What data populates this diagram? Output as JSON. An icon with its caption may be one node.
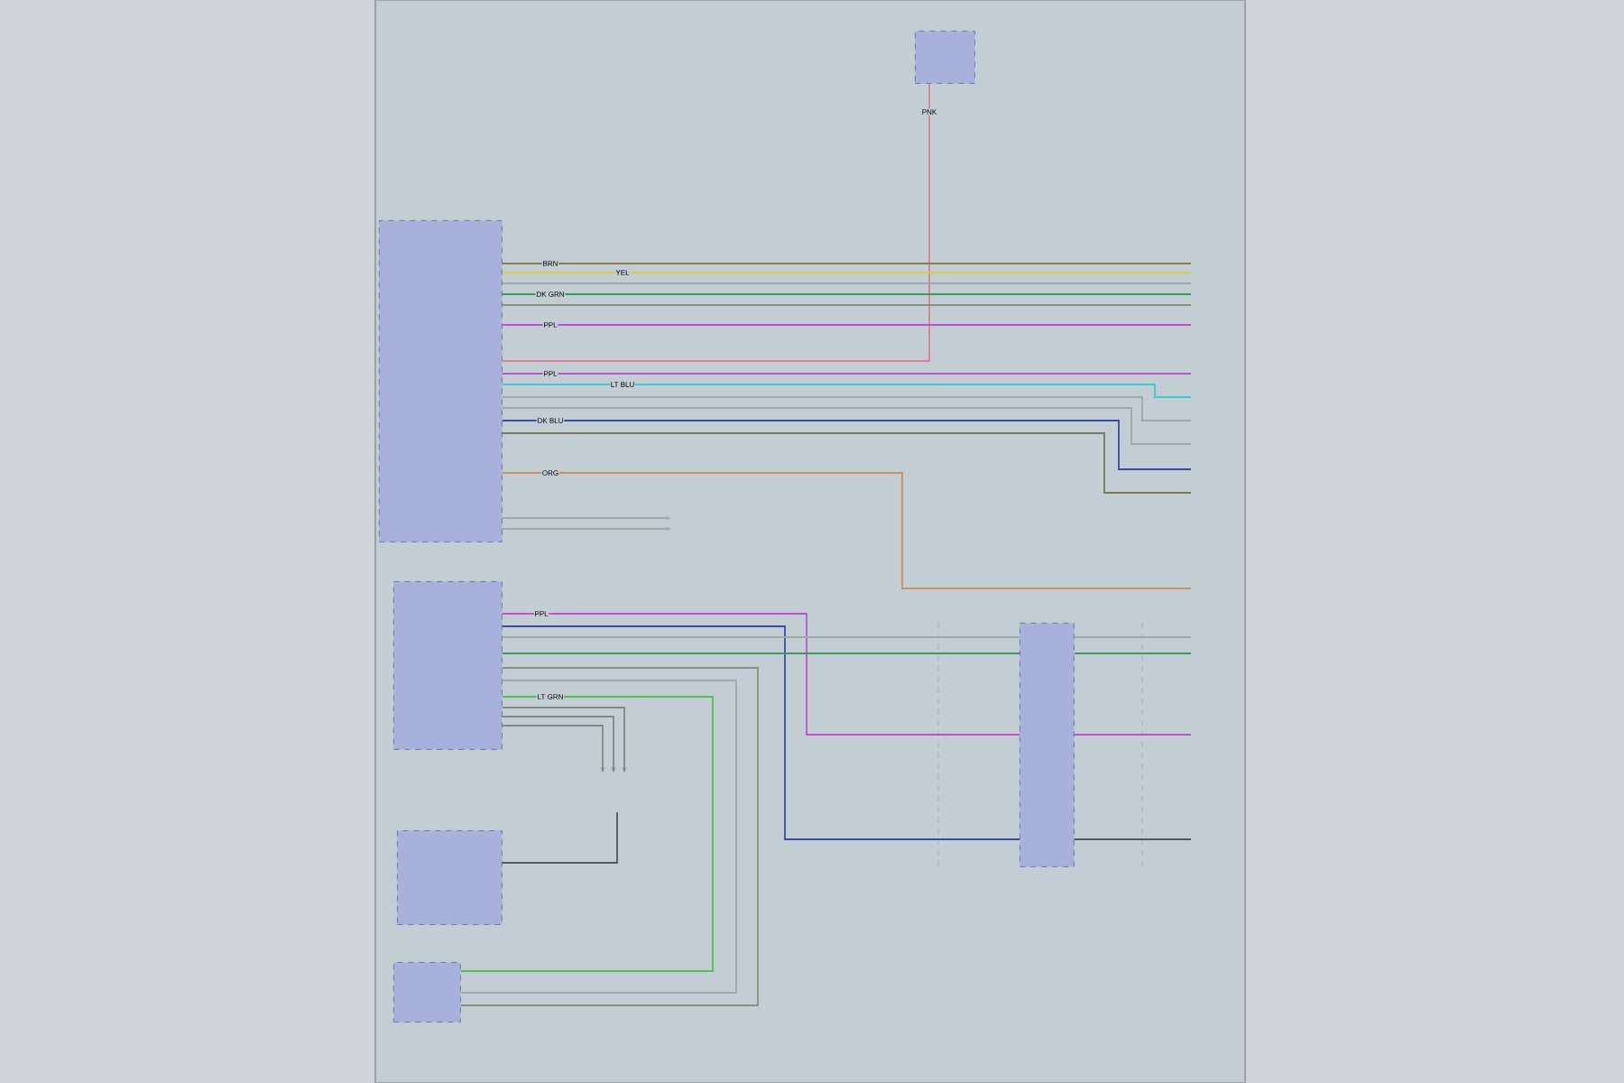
{
  "diagram": {
    "nodes": [
      {
        "text": [],
        "shape": "box"
      },
      {
        "text": [],
        "shape": "box"
      },
      {
        "text": [],
        "shape": "box"
      },
      {
        "text": [],
        "shape": "box"
      },
      {
        "text": [],
        "shape": "box"
      },
      {
        "text": [],
        "shape": "box"
      }
    ],
    "edges": [
      {
        "from": 0,
        "to": 1,
        "arrow": "none",
        "color": "#e07a95",
        "label": "PNK"
      },
      {
        "from": 1,
        "to": null,
        "arrow": "none",
        "color": "#8a7a50",
        "label": "BRN"
      },
      {
        "from": 1,
        "to": null,
        "arrow": "none",
        "color": "#d8d040",
        "label": "YEL"
      },
      {
        "from": 1,
        "to": null,
        "arrow": "none",
        "color": "#a0a8a8"
      },
      {
        "from": 1,
        "to": null,
        "arrow": "none",
        "color": "#3a9a5a",
        "label": "DK GRN"
      },
      {
        "from": 1,
        "to": null,
        "arrow": "none",
        "color": "#8a9078"
      },
      {
        "from": 1,
        "to": null,
        "arrow": "none",
        "color": "#c050d0",
        "label": "PPL"
      },
      {
        "from": 1,
        "to": null,
        "arrow": "none",
        "color": "#c050d0",
        "label": "PPL"
      },
      {
        "from": 1,
        "to": null,
        "arrow": "none",
        "color": "#40c8d0",
        "label": "LT BLU"
      },
      {
        "from": 1,
        "to": null,
        "arrow": "none",
        "color": "#a0a8a8"
      },
      {
        "from": 1,
        "to": null,
        "arrow": "none",
        "color": "#a0a8a8"
      },
      {
        "from": 1,
        "to": null,
        "arrow": "none",
        "color": "#3a4aa0",
        "label": "DK BLU"
      },
      {
        "from": 1,
        "to": null,
        "arrow": "none",
        "color": "#7a7a50"
      },
      {
        "from": 1,
        "to": null,
        "arrow": "none",
        "color": "#c89060",
        "label": "ORG"
      },
      {
        "from": 1,
        "to": null,
        "arrow": "to",
        "color": "#a0a8a8"
      },
      {
        "from": 1,
        "to": null,
        "arrow": "to",
        "color": "#a0a8a8"
      },
      {
        "from": 2,
        "to": 3,
        "arrow": "none",
        "color": "#c050d0",
        "label": "PPL"
      },
      {
        "from": 3,
        "to": null,
        "arrow": "none",
        "color": "#c050d0"
      },
      {
        "from": 2,
        "to": 3,
        "arrow": "none",
        "color": "#3a4aa0"
      },
      {
        "from": 3,
        "to": null,
        "arrow": "none",
        "color": "#505860"
      },
      {
        "from": 2,
        "to": 3,
        "arrow": "none",
        "color": "#a0a8a8"
      },
      {
        "from": 3,
        "to": null,
        "arrow": "none",
        "color": "#a0a8a8"
      },
      {
        "from": 2,
        "to": 3,
        "arrow": "none",
        "color": "#3a9a5a"
      },
      {
        "from": 3,
        "to": null,
        "arrow": "none",
        "color": "#3a9a5a"
      },
      {
        "from": 2,
        "to": 5,
        "arrow": "none",
        "color": "#50c050",
        "label": "LT GRN"
      },
      {
        "from": 2,
        "to": 5,
        "arrow": "none",
        "color": "#a0a8a8"
      },
      {
        "from": 2,
        "to": 5,
        "arrow": "none",
        "color": "#8a9078"
      },
      {
        "from": 2,
        "to": null,
        "arrow": "to",
        "color": "#808888"
      },
      {
        "from": 2,
        "to": null,
        "arrow": "to",
        "color": "#808888"
      },
      {
        "from": 2,
        "to": null,
        "arrow": "to",
        "color": "#808888"
      },
      {
        "from": 4,
        "to": null,
        "arrow": "none",
        "color": "#505860"
      }
    ]
  }
}
